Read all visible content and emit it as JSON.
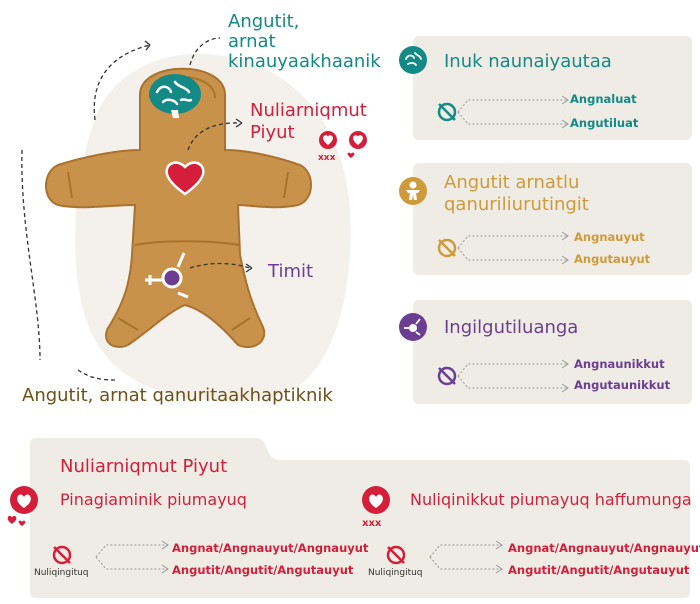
{
  "figure": {
    "identity_label": [
      "Angutit,",
      "arnat",
      "kinauyaakhaanik"
    ],
    "attraction_label": [
      "Nuliarniqmut",
      "Piyut"
    ],
    "sex_label": "Timit",
    "expression_label": "Angutit, arnat qanuritaakhaptiknik"
  },
  "panels": {
    "identity": {
      "title": "Inuk naunaiyautaa",
      "items": [
        "Angnaluat",
        "Angutiluat"
      ],
      "color": "#138a85",
      "icon": "brain-icon"
    },
    "expression": {
      "title": [
        "Angutit arnatlu",
        "qanuriliurutingit"
      ],
      "items": [
        "Angnauyut",
        "Angutauyut"
      ],
      "color": "#cf9a3a",
      "icon": "gingerbread-icon"
    },
    "sex": {
      "title": "Ingilgutiluanga",
      "items": [
        "Angnaunikkut",
        "Angutaunikkut"
      ],
      "color": "#6b3e91",
      "icon": "gender-symbol-icon"
    }
  },
  "attraction_panel": {
    "title": "Nuliarniqmut Piyut",
    "physical": {
      "label": "Pinagiaminik piumayuq",
      "none_label": "Nuliqingituq",
      "items": [
        "Angnat/Angnauyut/Angnauyut",
        "Angutit/Angutit/Angutauyut"
      ]
    },
    "emotional": {
      "label": "Nuliqinikkut piumayuq haffumunga",
      "none_label": "Nuliqingituq",
      "items": [
        "Angnat/Angnauyut/Angnauyut",
        "Angutit/Angutit/Angutauyut"
      ]
    },
    "color": "#d51f3a"
  }
}
